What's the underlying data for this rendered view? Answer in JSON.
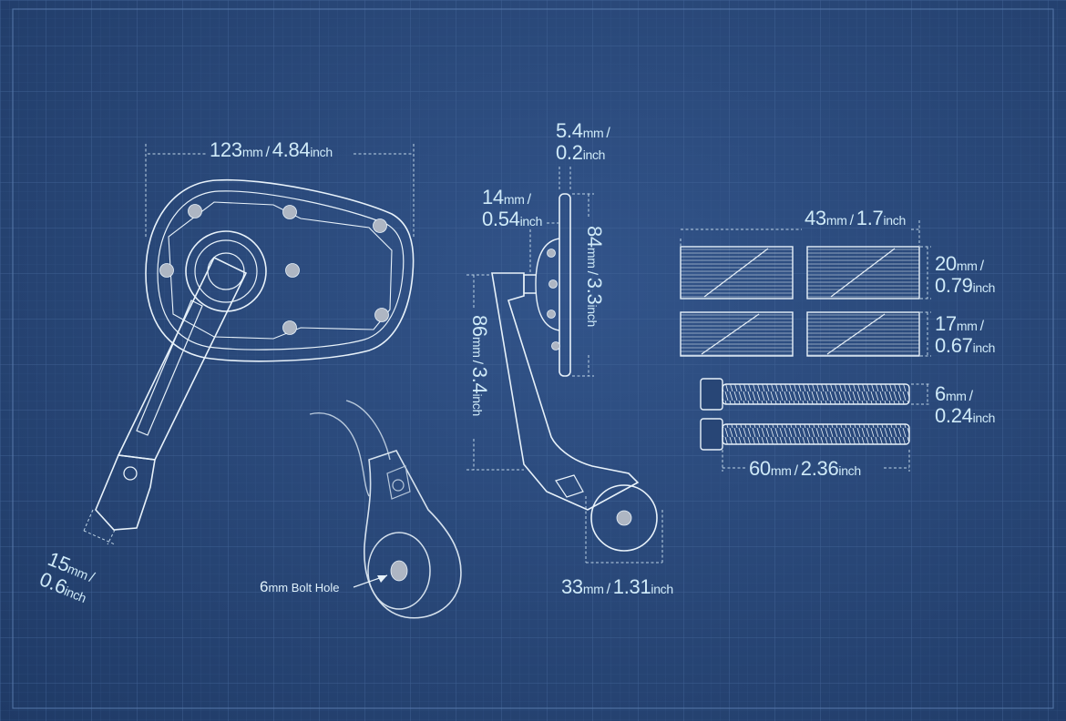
{
  "colors": {
    "background": "#284676",
    "grid": "#3d5f93",
    "line": "#e8f2fa",
    "text": "#cfeaf8",
    "hole": "#aeb6c3"
  },
  "dimensions": {
    "mirror_width": {
      "value": "123",
      "unit": "mm",
      "separator": "/",
      "alt_value": "4.84",
      "alt_unit": "inch"
    },
    "arm_width": {
      "value": "15",
      "unit": "mm",
      "separator": "/",
      "alt_value": "0.6",
      "alt_unit": "inch"
    },
    "glass_thick": {
      "value": "5.4",
      "unit": "mm",
      "separator": "/",
      "alt_value": "0.2",
      "alt_unit": "inch"
    },
    "mount_depth": {
      "value": "14",
      "unit": "mm",
      "separator": "/",
      "alt_value": "0.54",
      "alt_unit": "inch"
    },
    "mirror_height": {
      "value": "84",
      "unit": "mm",
      "separator": "/",
      "alt_value": "3.3",
      "alt_unit": "inch"
    },
    "arm_height": {
      "value": "86",
      "unit": "mm",
      "separator": "/",
      "alt_value": "3.4",
      "alt_unit": "inch"
    },
    "clamp_width": {
      "value": "33",
      "unit": "mm",
      "separator": "/",
      "alt_value": "1.31",
      "alt_unit": "inch"
    },
    "pad_width": {
      "value": "43",
      "unit": "mm",
      "separator": "/",
      "alt_value": "1.7",
      "alt_unit": "inch"
    },
    "pad_thick_a": {
      "value": "20",
      "unit": "mm",
      "separator": "/",
      "alt_value": "0.79",
      "alt_unit": "inch"
    },
    "pad_thick_b": {
      "value": "17",
      "unit": "mm",
      "separator": "/",
      "alt_value": "0.67",
      "alt_unit": "inch"
    },
    "bolt_diameter": {
      "value": "6",
      "unit": "mm",
      "separator": "/",
      "alt_value": "0.24",
      "alt_unit": "inch"
    },
    "bolt_length": {
      "value": "60",
      "unit": "mm",
      "separator": "/",
      "alt_value": "2.36",
      "alt_unit": "inch"
    }
  },
  "annotations": {
    "bolt_hole": {
      "value": "6",
      "unit": "mm",
      "label": "Bolt Hole"
    }
  }
}
